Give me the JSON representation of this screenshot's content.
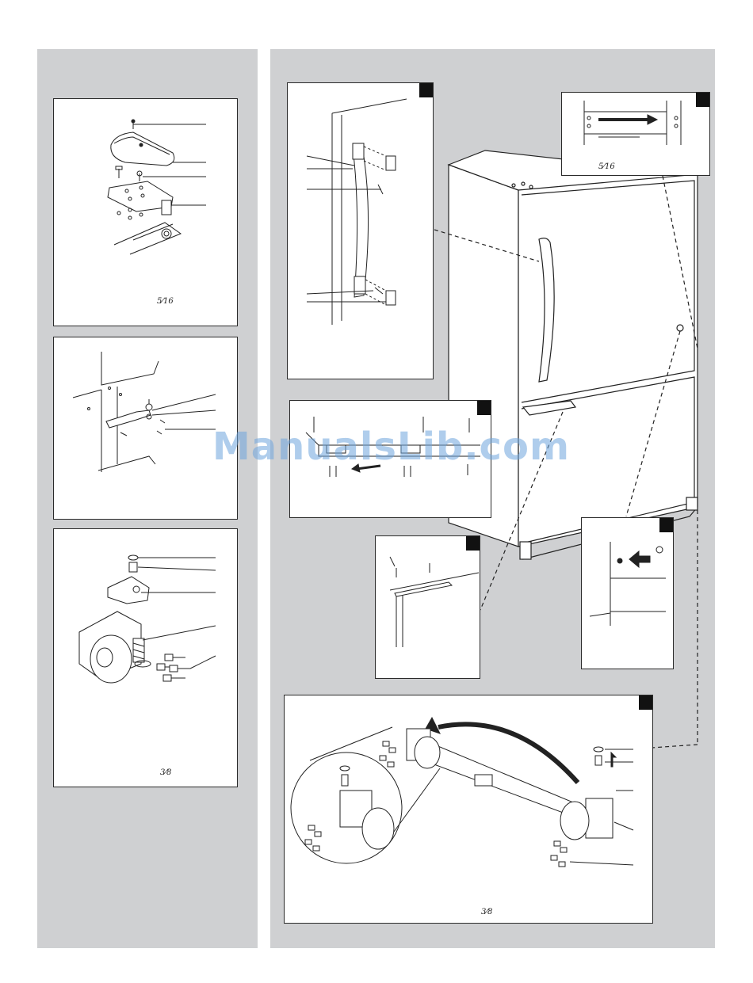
{
  "left_column": {
    "hinge_panel": {
      "measurement": "5⁄16"
    },
    "door_bracket_panel": {},
    "caster_panel": {
      "measurement": "3⁄8"
    }
  },
  "right_column": {
    "handle_panel": {},
    "hinge_inset_panel": {
      "measurement": "5⁄16"
    },
    "grille_panel": {},
    "trim_panel": {},
    "plug_panel": {},
    "caster_swap_panel": {
      "measurement": "3⁄8"
    }
  },
  "watermark": "ManualsLib.com",
  "colors": {
    "column_bg": "#cfd0d2",
    "panel_border": "#2a2a2a",
    "tag": "#111111",
    "watermark": "#6fa6dd"
  }
}
